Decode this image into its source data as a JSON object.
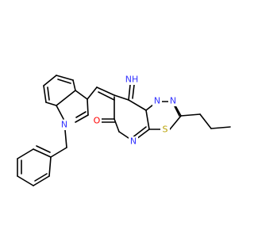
{
  "colors": {
    "bond": "#000000",
    "nitrogen": "#3333ff",
    "oxygen": "#ff0000",
    "sulfur": "#b8a000",
    "background": "#ffffff"
  },
  "labels": {
    "imine": "NH",
    "n_ring_a": "N",
    "n_ring_b": "N",
    "n_ring_c": "N",
    "n_indole": "N",
    "sulfur": "S",
    "oxygen": "O"
  }
}
